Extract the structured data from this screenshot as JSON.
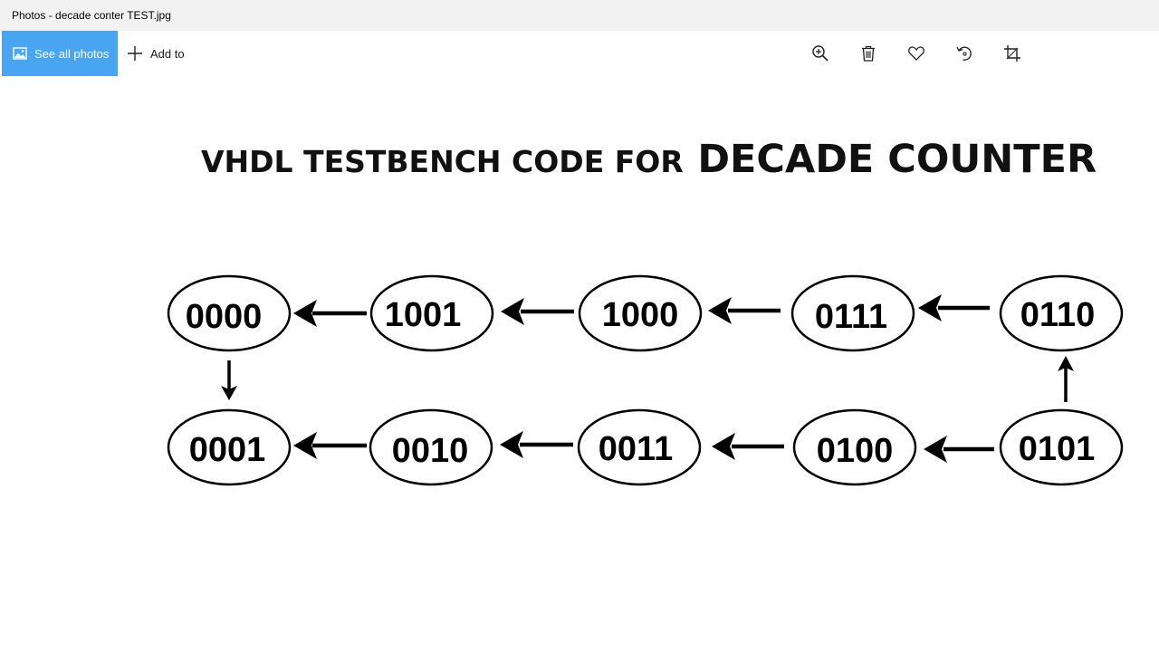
{
  "window": {
    "title": "Photos - decade conter TEST.jpg"
  },
  "toolbar": {
    "see_all_label": "See all photos",
    "add_to_label": "Add to",
    "icons": [
      "image-icon",
      "plus-icon",
      "zoom-in-icon",
      "trash-icon",
      "heart-icon",
      "rotate-icon",
      "crop-icon"
    ]
  },
  "photo": {
    "heading_part1": "VHDL TESTBENCH CODE FOR",
    "heading_part2": "DECADE COUNTER",
    "states_top": [
      "0000",
      "1001",
      "1000",
      "0111",
      "0110"
    ],
    "states_bottom": [
      "0001",
      "0010",
      "0011",
      "0100",
      "0101"
    ]
  }
}
